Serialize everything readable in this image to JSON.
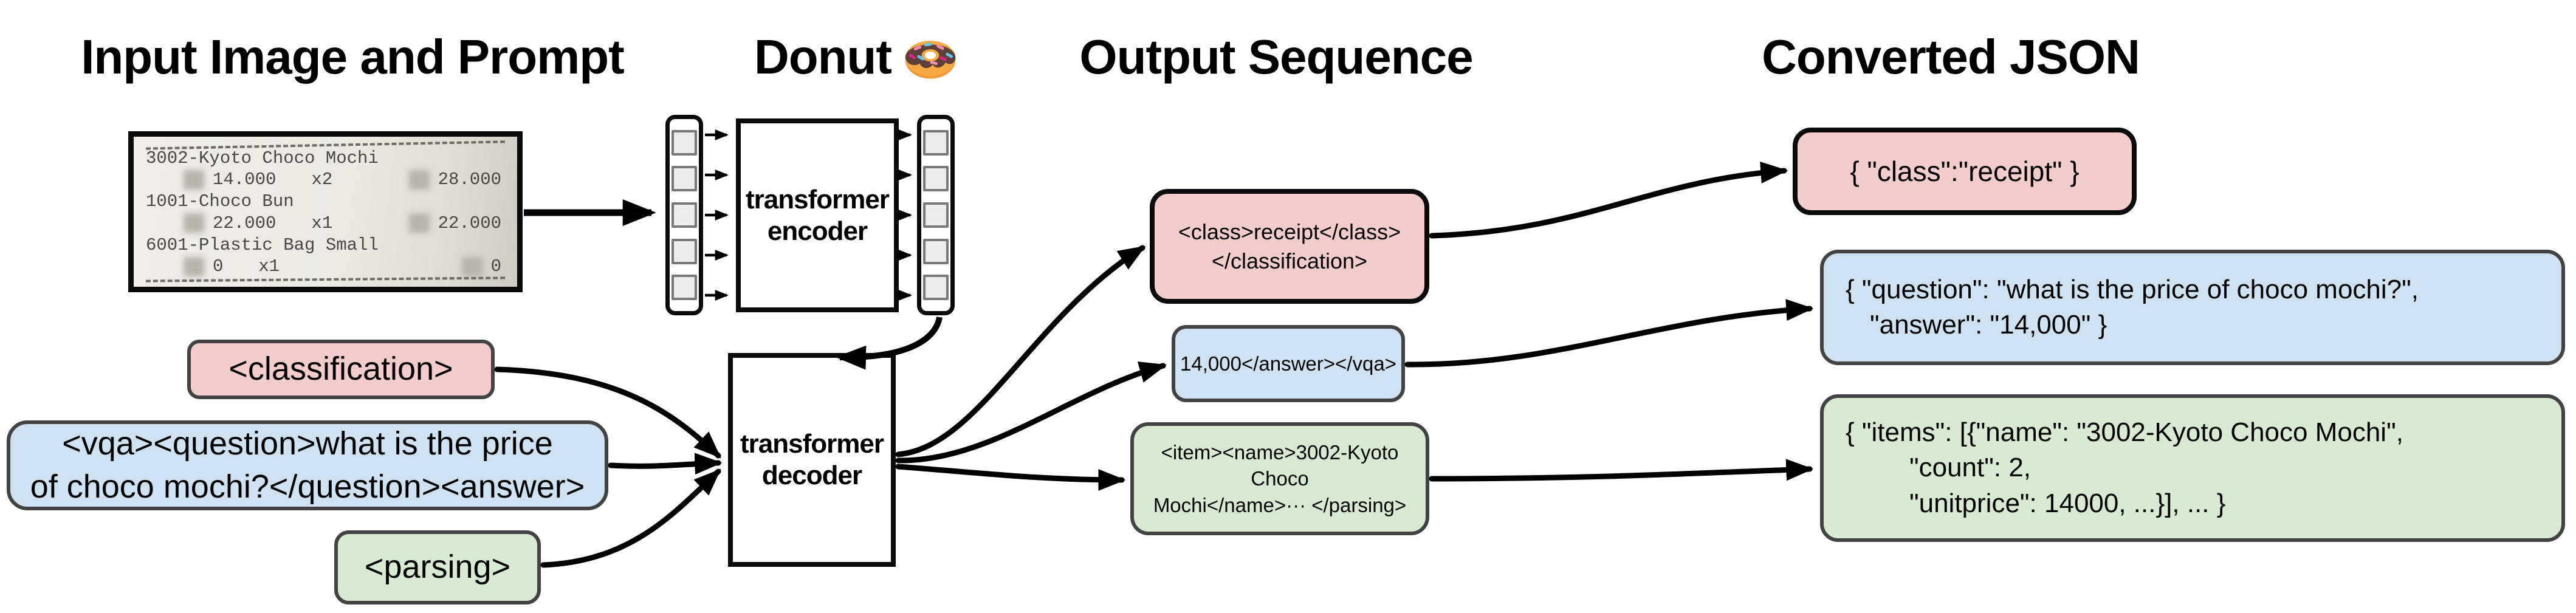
{
  "titles": {
    "input": "Input Image and Prompt",
    "model": "Donut",
    "output": "Output Sequence",
    "json": "Converted JSON"
  },
  "receipt": {
    "items": [
      {
        "name": "3002-Kyoto Choco Mochi",
        "price": "14.000",
        "qty": "x2",
        "total": "28.000"
      },
      {
        "name": "1001-Choco Bun",
        "price": "22.000",
        "qty": "x1",
        "total": "22.000"
      },
      {
        "name": "6001-Plastic Bag Small",
        "price": "0",
        "qty": "x1",
        "total": "0"
      }
    ]
  },
  "model": {
    "encoder_line1": "transformer",
    "encoder_line2": "encoder",
    "decoder_line1": "transformer",
    "decoder_line2": "decoder",
    "input_tokens": 5,
    "output_tokens": 5,
    "emoji": "donut"
  },
  "prompts": [
    {
      "label": "<classification>"
    },
    {
      "line1": "<vqa><question>what is the price",
      "line2": "of choco mochi?</question><answer>"
    },
    {
      "label": "<parsing>"
    }
  ],
  "outputs": [
    {
      "line1": "<class>receipt</class>",
      "line2": "</classification>"
    },
    {
      "line1": "14,000</answer></vqa>"
    },
    {
      "line1": "<item><name>3002-Kyoto Choco",
      "line2": "Mochi</name>··· </parsing>"
    }
  ],
  "json_boxes": [
    {
      "line1": "{ \"class\":\"receipt\" }"
    },
    {
      "line1": "{ \"question\": \"what is the price of choco mochi?\",",
      "line2": "\"answer\": \"14,000\" }"
    },
    {
      "line1": "{ \"items\": [{\"name\": \"3002-Kyoto Choco Mochi\",",
      "line2": "\"count\": 2,",
      "line3": "\"unitprice\": 14000, ...}], ... }"
    }
  ],
  "colors": {
    "task_classification": "#f4cccc",
    "task_vqa": "#cfe2f3",
    "task_parsing": "#d9ead3",
    "border_dark": "#434343",
    "border_black": "#0a0a0a"
  }
}
